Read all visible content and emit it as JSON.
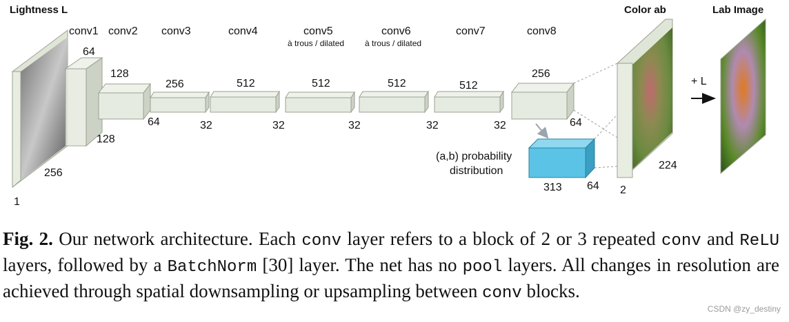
{
  "headers": {
    "lightness": "Lightness L",
    "color": "Color ab",
    "lab": "Lab Image"
  },
  "layers": [
    {
      "name": "conv1",
      "sub": "",
      "channels": "64",
      "size": "128"
    },
    {
      "name": "conv2",
      "sub": "",
      "channels": "128",
      "size": "64"
    },
    {
      "name": "conv3",
      "sub": "",
      "channels": "256",
      "size": "32"
    },
    {
      "name": "conv4",
      "sub": "",
      "channels": "512",
      "size": "32"
    },
    {
      "name": "conv5",
      "sub": "à trous / dilated",
      "channels": "512",
      "size": "32"
    },
    {
      "name": "conv6",
      "sub": "à trous / dilated",
      "channels": "512",
      "size": "32"
    },
    {
      "name": "conv7",
      "sub": "",
      "channels": "512",
      "size": "32"
    },
    {
      "name": "conv8",
      "sub": "",
      "channels": "256",
      "size": "64"
    }
  ],
  "input": {
    "size": "256",
    "channels": "1"
  },
  "distribution": {
    "label_line1": "(a,b) probability",
    "label_line2": "distribution",
    "width": "313",
    "depth": "64"
  },
  "output": {
    "channels": "2",
    "size": "224"
  },
  "plus_l": "+ L",
  "caption": {
    "fig": "Fig. 2.",
    "t1": " Our network architecture. Each ",
    "m1": "conv",
    "t2": " layer refers to a block of 2 or 3 repeated ",
    "m2": "conv",
    "t3": " and ",
    "m3": "ReLU",
    "t4": " layers, followed by a ",
    "m4": "BatchNorm",
    "t5": " [30] layer. The net has no ",
    "m5": "pool",
    "t6": " layers. All changes in resolution are achieved through spatial downsampling or upsampling between ",
    "m6": "conv",
    "t7": " blocks."
  },
  "watermark": "CSDN @zy_destiny",
  "colors": {
    "block": "#e6ebe1",
    "block_top": "#f2f5ee",
    "block_side": "#cdd3c6",
    "dist": "#5bc4e6",
    "dist_top": "#8fd8ef",
    "dist_side": "#3a9fc2"
  }
}
